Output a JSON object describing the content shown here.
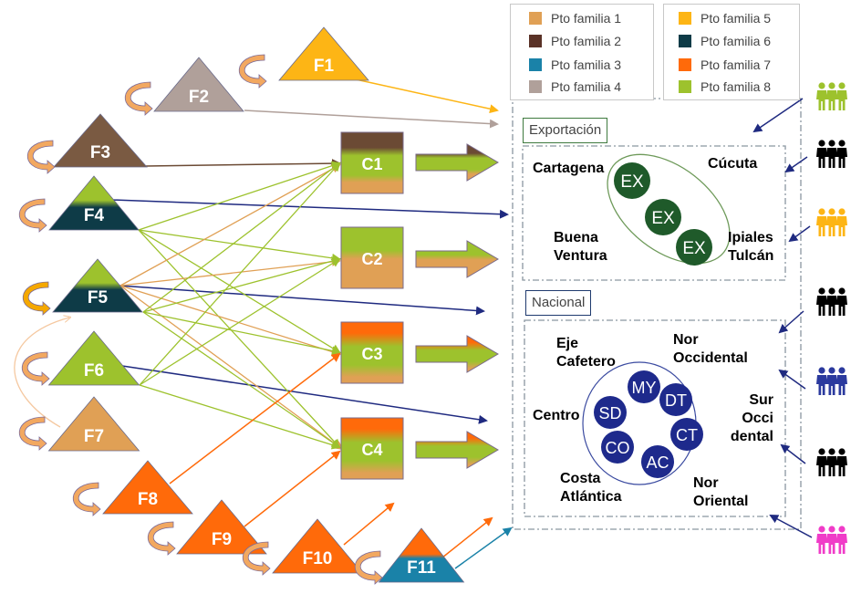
{
  "legend": {
    "left": [
      {
        "label": "Pto familia 1",
        "color": "#E0A055"
      },
      {
        "label": "Pto familia 2",
        "color": "#5A3227"
      },
      {
        "label": "Pto familia 3",
        "color": "#1A82A8"
      },
      {
        "label": "Pto familia 4",
        "color": "#B0A09A"
      }
    ],
    "right": [
      {
        "label": "Pto familia 5",
        "color": "#FDB515"
      },
      {
        "label": "Pto familia 6",
        "color": "#0E3B47"
      },
      {
        "label": "Pto familia 7",
        "color": "#FF6A0A"
      },
      {
        "label": "Pto familia 8",
        "color": "#9DC22D"
      }
    ]
  },
  "families": [
    {
      "id": "F1",
      "label": "F1"
    },
    {
      "id": "F2",
      "label": "F2"
    },
    {
      "id": "F3",
      "label": "F3"
    },
    {
      "id": "F4",
      "label": "F4"
    },
    {
      "id": "F5",
      "label": "F5"
    },
    {
      "id": "F6",
      "label": "F6"
    },
    {
      "id": "F7",
      "label": "F7"
    },
    {
      "id": "F8",
      "label": "F8"
    },
    {
      "id": "F9",
      "label": "F9"
    },
    {
      "id": "F10",
      "label": "F10"
    },
    {
      "id": "F11",
      "label": "F11"
    }
  ],
  "centers": [
    {
      "id": "C1",
      "label": "C1"
    },
    {
      "id": "C2",
      "label": "C2"
    },
    {
      "id": "C3",
      "label": "C3"
    },
    {
      "id": "C4",
      "label": "C4"
    }
  ],
  "export": {
    "title": "Exportación",
    "regions": [
      "Cartagena",
      "Cúcuta",
      "Buena\nVentura",
      "Ipiales\nTulcán"
    ],
    "nodes": [
      "EX",
      "EX",
      "EX"
    ]
  },
  "national": {
    "title": "Nacional",
    "regions": [
      "Eje\nCafetero",
      "Nor\nOccidental",
      "Centro",
      "Sur\nOcci\ndental",
      "Costa\nAtlántica",
      "Nor\nOriental"
    ],
    "nodes": [
      "MY",
      "DT",
      "CT",
      "AC",
      "CO",
      "SD"
    ]
  },
  "customers": [
    {
      "name": "customer-group-green",
      "color": "#9DC22D"
    },
    {
      "name": "customer-group-black-1",
      "color": "#000000"
    },
    {
      "name": "customer-group-yellow",
      "color": "#FDB515"
    },
    {
      "name": "customer-group-black-2",
      "color": "#000000"
    },
    {
      "name": "customer-group-blue",
      "color": "#2B3A9E"
    },
    {
      "name": "customer-group-black-3",
      "color": "#000000"
    },
    {
      "name": "customer-group-pink",
      "color": "#F03CC8"
    }
  ]
}
